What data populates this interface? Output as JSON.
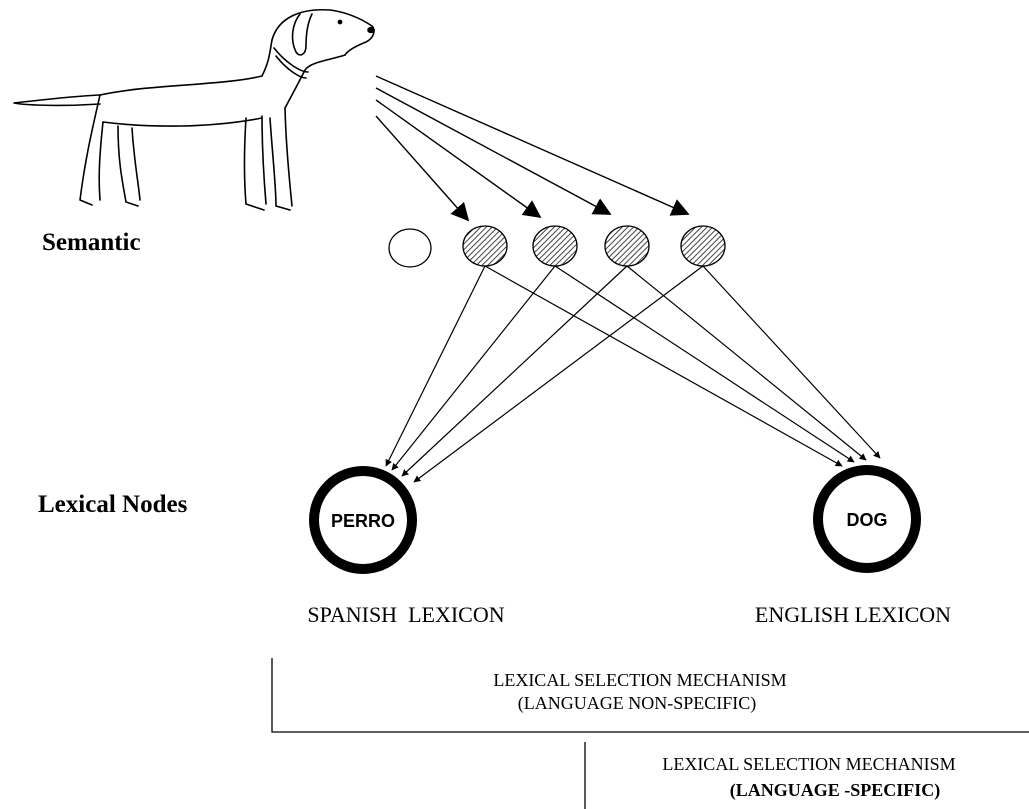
{
  "labels": {
    "semantic": "Semantic",
    "lexical_nodes": "Lexical Nodes"
  },
  "lexical_nodes": [
    {
      "word": "PERRO",
      "lexicon": "SPANISH  LEXICON"
    },
    {
      "word": "DOG",
      "lexicon": "ENGLISH LEXICON"
    }
  ],
  "mechanisms": [
    {
      "line1": "LEXICAL SELECTION MECHANISM",
      "line2": "(LANGUAGE NON-SPECIFIC)"
    },
    {
      "line1": "LEXICAL SELECTION MECHANISM",
      "line2": "(LANGUAGE -SPECIFIC)"
    }
  ],
  "semantic_feature_nodes": {
    "inactive": 1,
    "active": 4
  },
  "icons": {
    "picture": "dog-icon"
  }
}
